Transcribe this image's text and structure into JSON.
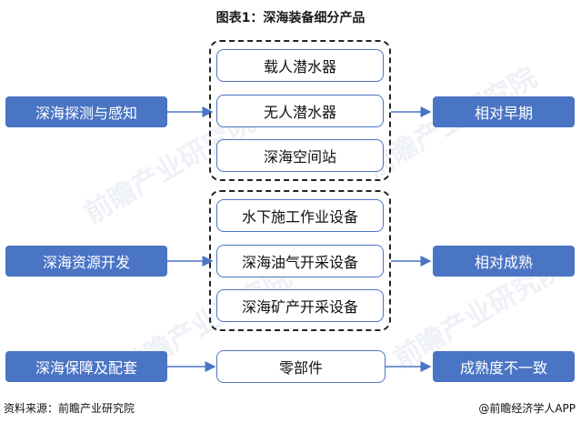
{
  "title": "图表1：深海装备细分产品",
  "left": [
    {
      "label": "深海探测与感知"
    },
    {
      "label": "深海资源开发"
    },
    {
      "label": "深海保障及配套"
    }
  ],
  "middle": {
    "group1": [
      "载人潜水器",
      "无人潜水器",
      "深海空间站"
    ],
    "group2": [
      "水下施工作业设备",
      "深海油气开采设备",
      "深海矿产开采设备"
    ],
    "single": "零部件"
  },
  "right": [
    {
      "label": "相对早期"
    },
    {
      "label": "相对成熟"
    },
    {
      "label": "成熟度不一致"
    }
  ],
  "colors": {
    "accent": "#4a74c4",
    "dashed_border": "#222222"
  },
  "footer": {
    "source": "资料来源：前瞻产业研究院",
    "credit": "@前瞻经济学人APP"
  },
  "watermark_text": "前瞻产业研究院"
}
